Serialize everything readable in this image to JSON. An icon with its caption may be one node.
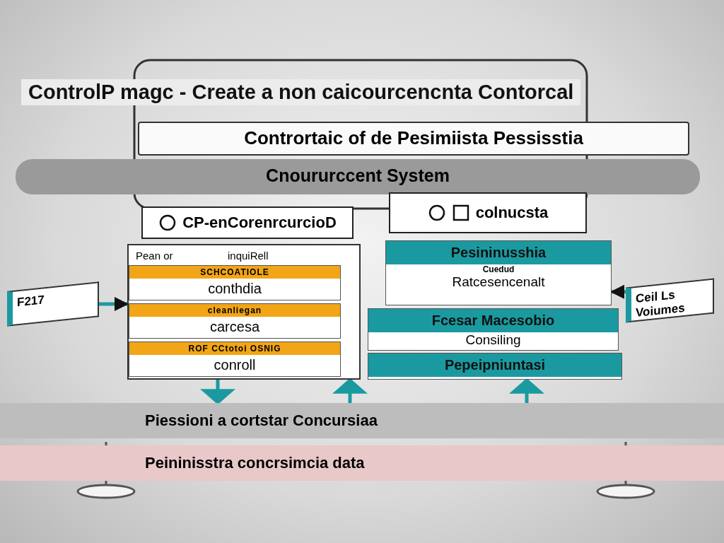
{
  "diagram": {
    "title": "ControlP magc - Create a non caicourcencnta Contorcal",
    "nodes": [
      {
        "text": [
          "Contrortaic of de Pesimiista Pessisstia"
        ]
      },
      {
        "text": [
          "Cnoururccent System"
        ]
      },
      {
        "text": [
          "CP-enCorenrcurcioD"
        ]
      },
      {
        "text": [
          "colnucsta"
        ]
      },
      {
        "text": [
          "Pean or",
          "inquiRell"
        ]
      },
      {
        "text": [
          "SCHCOATIOLE",
          "conthdia"
        ],
        "in": 4
      },
      {
        "text": [
          "cleanliegan",
          "carcesa"
        ],
        "in": 4
      },
      {
        "text": [
          "ROF CCtotoi OSNIG",
          "conroll"
        ],
        "in": 4
      },
      {
        "text": [
          "F217"
        ]
      },
      {
        "text": [
          "Pesininusshia",
          "Cuedud",
          "Ratcesencenalt"
        ]
      },
      {
        "text": [
          "Fcesar Macesobio",
          "Consiling"
        ]
      },
      {
        "text": [
          "Pepeipniuntasi"
        ]
      },
      {
        "text": [
          "Ceil Ls Voiumes"
        ]
      },
      {
        "text": [
          "Piessioni a cortstar Concursiaa"
        ]
      },
      {
        "text": [
          "Peininisstra concrsimcia data"
        ]
      }
    ],
    "edges": [
      {
        "from": 8,
        "to": 4,
        "arrow": "to"
      },
      {
        "from": 12,
        "to": 9,
        "arrow": "to"
      },
      {
        "from": 4,
        "to": 13,
        "arrow": "to"
      },
      {
        "from": 13,
        "to": 4,
        "arrow": "to"
      },
      {
        "from": 13,
        "to": 11,
        "arrow": "to"
      }
    ]
  }
}
